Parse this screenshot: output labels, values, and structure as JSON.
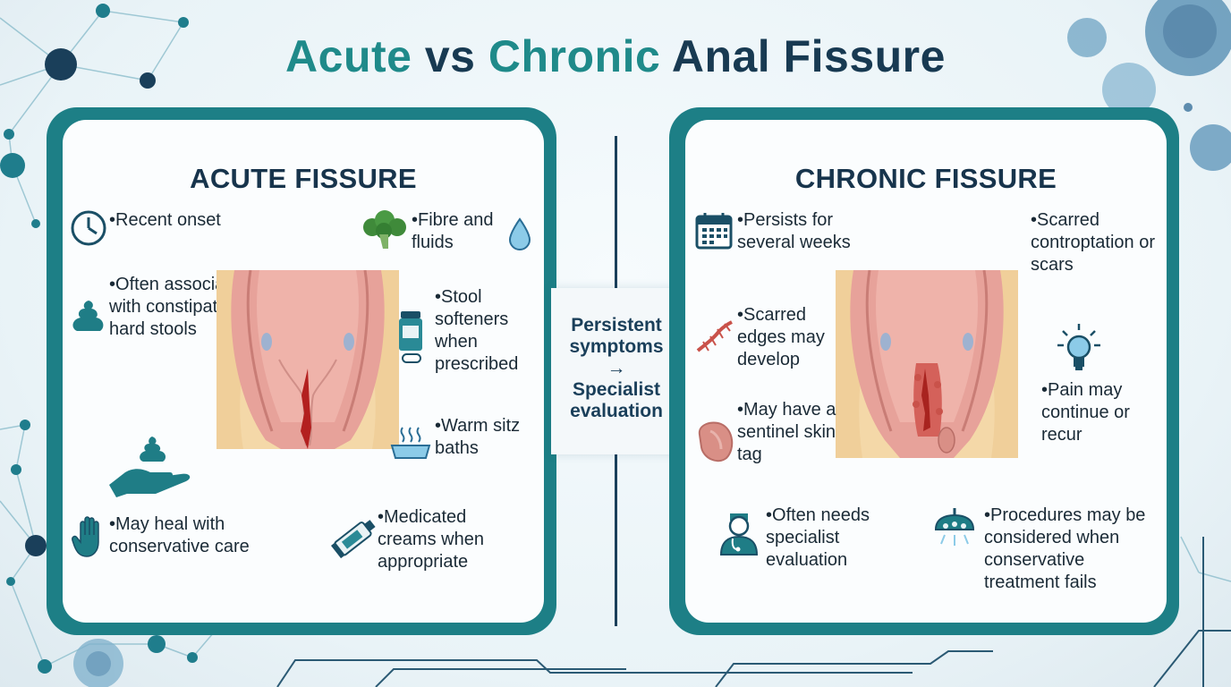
{
  "title": {
    "part1": "Acute",
    "part2": "vs",
    "part3": "Chronic",
    "part4": "Anal Fissure"
  },
  "acute": {
    "heading": "ACUTE FISSURE",
    "items": [
      {
        "text": "Recent onset",
        "icon": "clock-icon"
      },
      {
        "text": "Fibre and fluids",
        "icon": "broccoli-icon"
      },
      {
        "text": "Often associated with constipation or hard stools",
        "icon": "stool-icon"
      },
      {
        "text": "Stool softeners when prescribed",
        "icon": "pill-bottle-icon"
      },
      {
        "text": "Warm sitz baths",
        "icon": "sitz-bath-icon"
      },
      {
        "text": "May heal with conservative care",
        "icon": "hand-icon"
      },
      {
        "text": "Medicated creams when appropriate",
        "icon": "cream-tube-icon"
      }
    ]
  },
  "chronic": {
    "heading": "CHRONIC FISSURE",
    "items": [
      {
        "text": "Persists for several weeks",
        "icon": "calendar-icon"
      },
      {
        "text": "Scarred controptation or scars",
        "icon": ""
      },
      {
        "text": "Scarred edges may develop",
        "icon": "scar-icon"
      },
      {
        "text": "May have a sentinel skin tag",
        "icon": "skin-tag-icon"
      },
      {
        "text": "Pain may continue or recur",
        "icon": "lightbulb-icon"
      },
      {
        "text": "Often needs specialist evaluation",
        "icon": "doctor-icon"
      },
      {
        "text": "Procedures may be considered when conservative treatment fails",
        "icon": "surgical-lamp-icon"
      }
    ]
  },
  "bridge": {
    "line1": "Persistent",
    "line2": "symptoms",
    "arrow": "→",
    "line3": "Specialist",
    "line4": "evaluation"
  },
  "colors": {
    "teal": "#1f8a8a",
    "navy": "#183a52",
    "panel": "#1d7f86",
    "tissue": "#e8a49c",
    "fissure": "#c42a2a"
  }
}
